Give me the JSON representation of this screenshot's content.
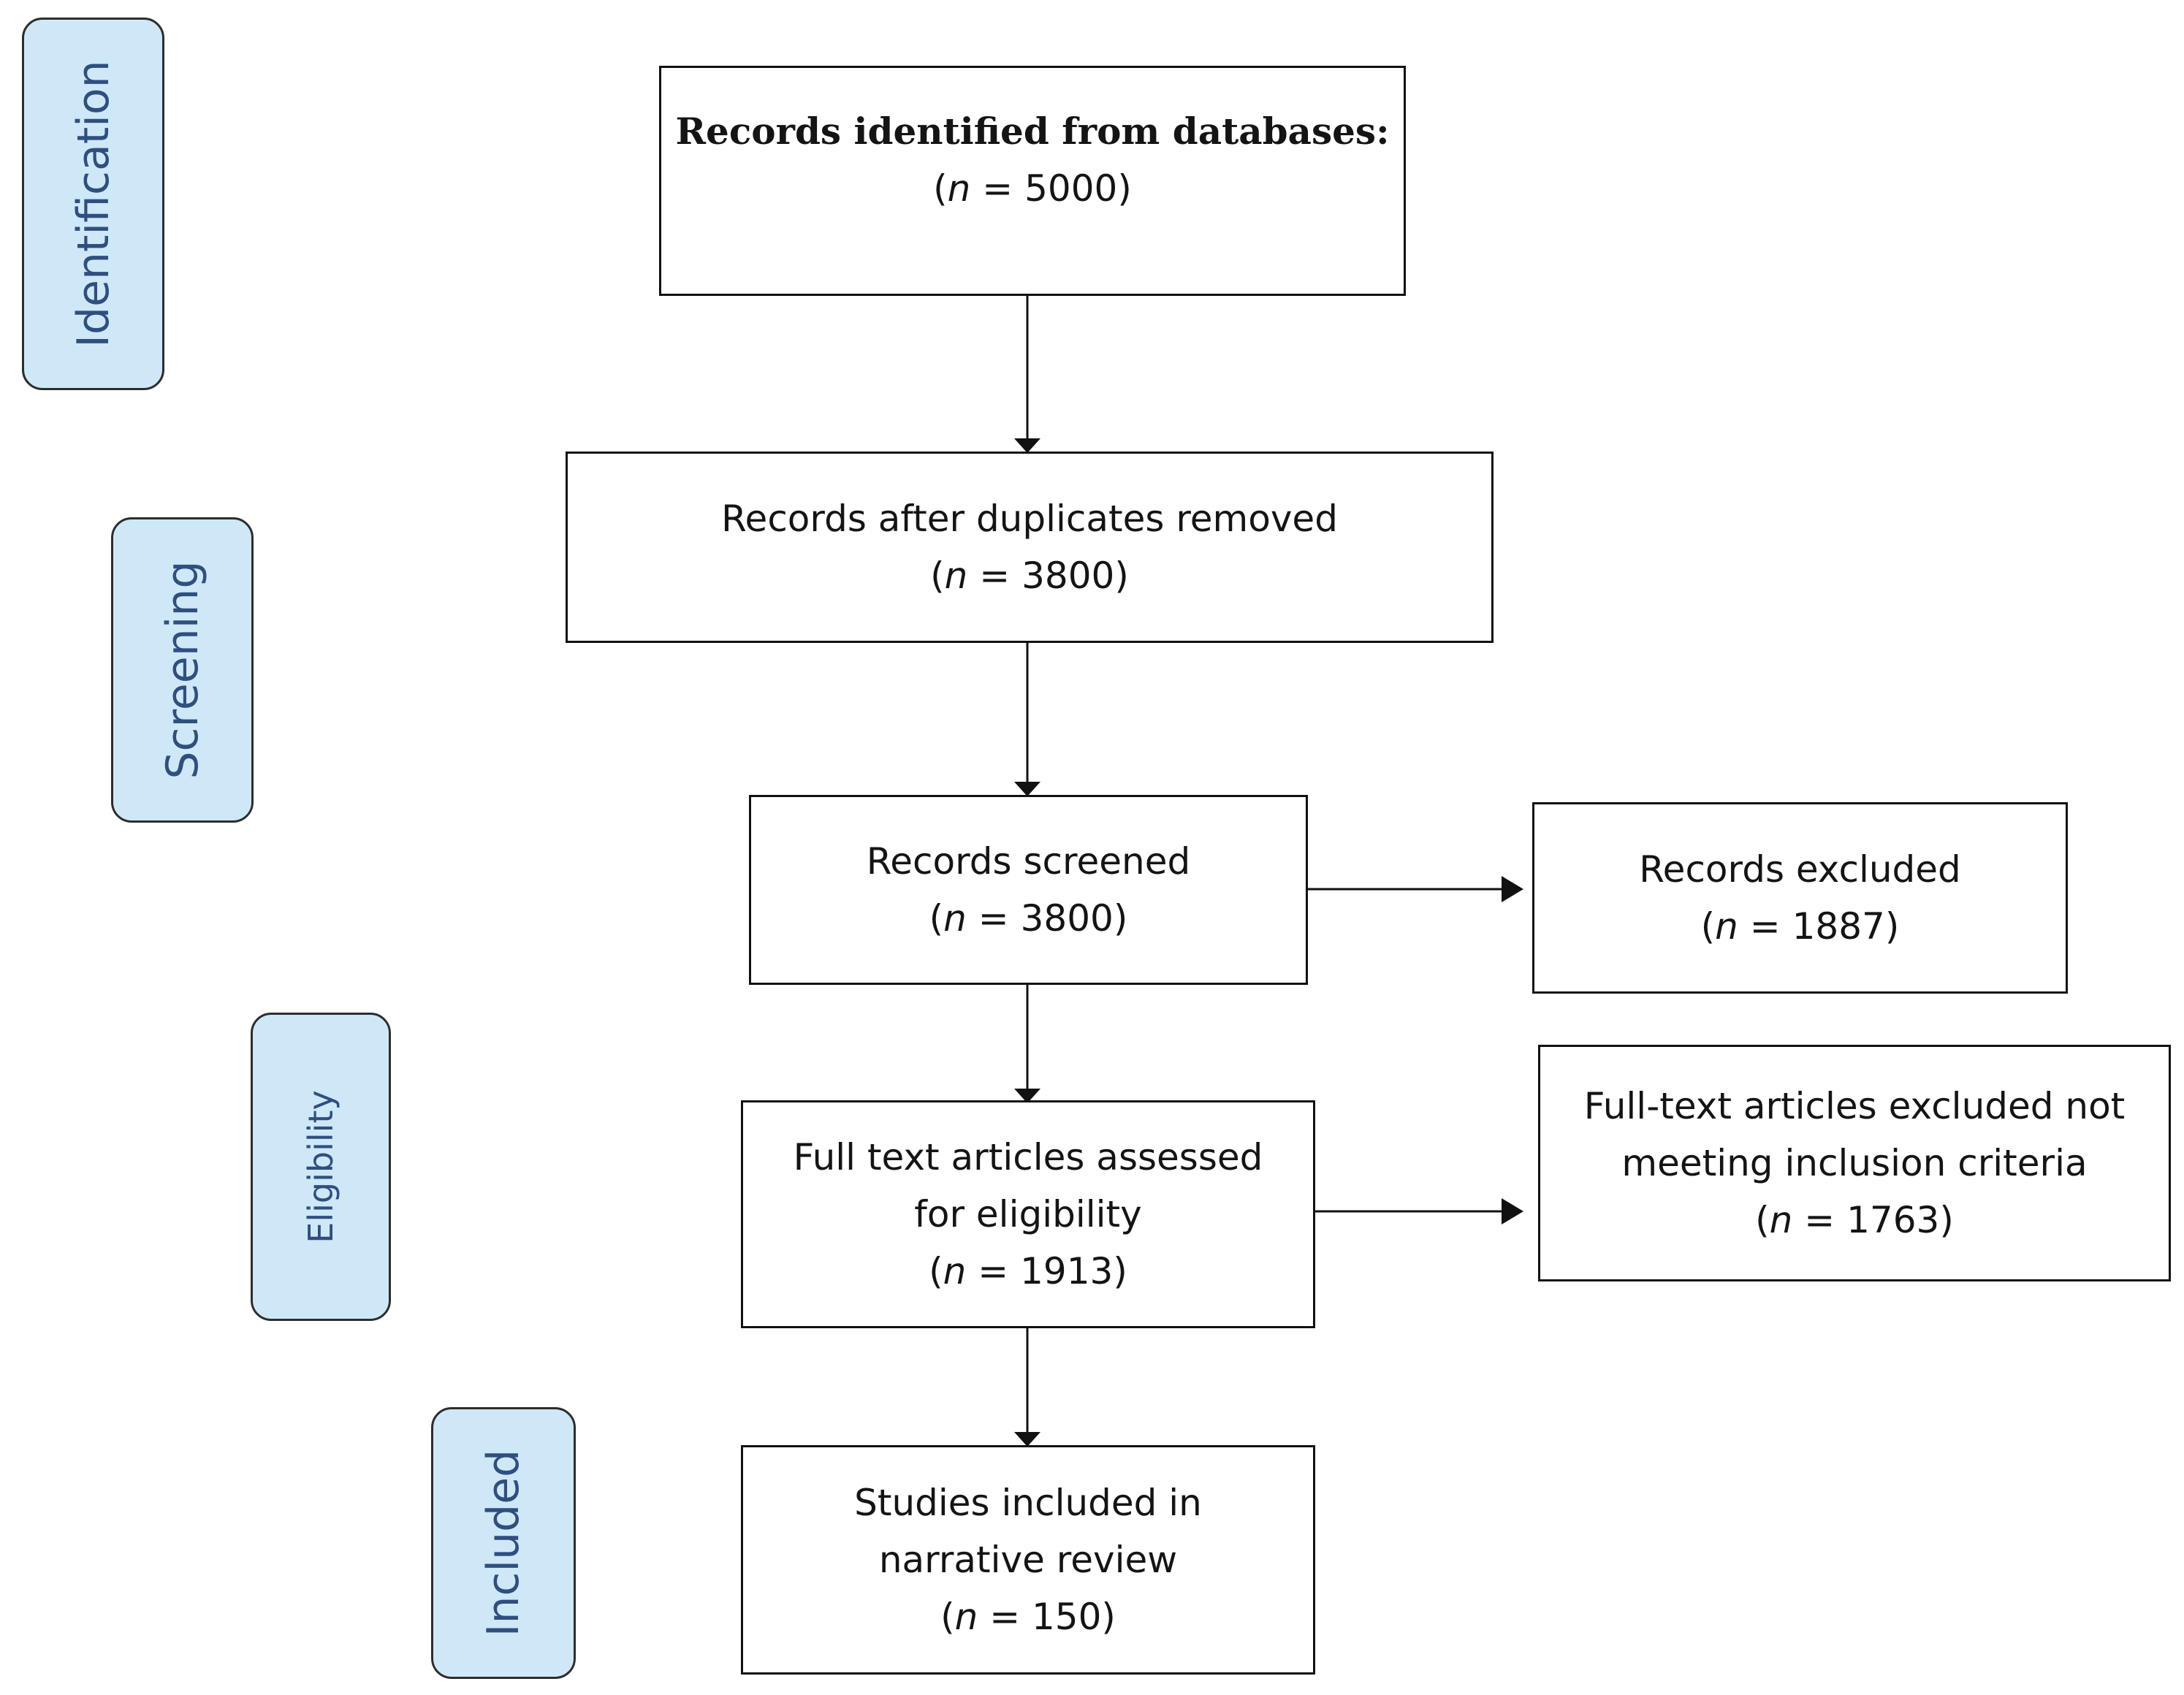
{
  "phases": {
    "identification": "Identification",
    "screening": "Screening",
    "eligibility": "Eligibility",
    "included": "Included"
  },
  "boxes": {
    "records_identified": {
      "label": "Records identified from databases:",
      "n_symbol": "n",
      "n_value": "= 5000)"
    },
    "duplicates_removed": {
      "label": "Records after duplicates removed",
      "n_symbol": "n",
      "n_value": "= 3800)"
    },
    "records_screened": {
      "label": "Records screened",
      "n_symbol": "n",
      "n_value": "= 3800)"
    },
    "records_excluded": {
      "label": "Records excluded",
      "n_symbol": "n",
      "n_value": "= 1887)"
    },
    "full_text_assessed": {
      "label_line1": "Full text articles assessed",
      "label_line2": "for eligibility",
      "n_symbol": "n",
      "n_value": "= 1913)"
    },
    "full_text_excluded": {
      "label_line1": "Full-text articles excluded not",
      "label_line2": "meeting inclusion criteria",
      "n_symbol": "n",
      "n_value": "= 1763)"
    },
    "studies_included": {
      "label_line1": "Studies included in",
      "label_line2": "narrative review",
      "n_symbol": "n",
      "n_value": "= 150)"
    }
  },
  "paren_open": "("
}
